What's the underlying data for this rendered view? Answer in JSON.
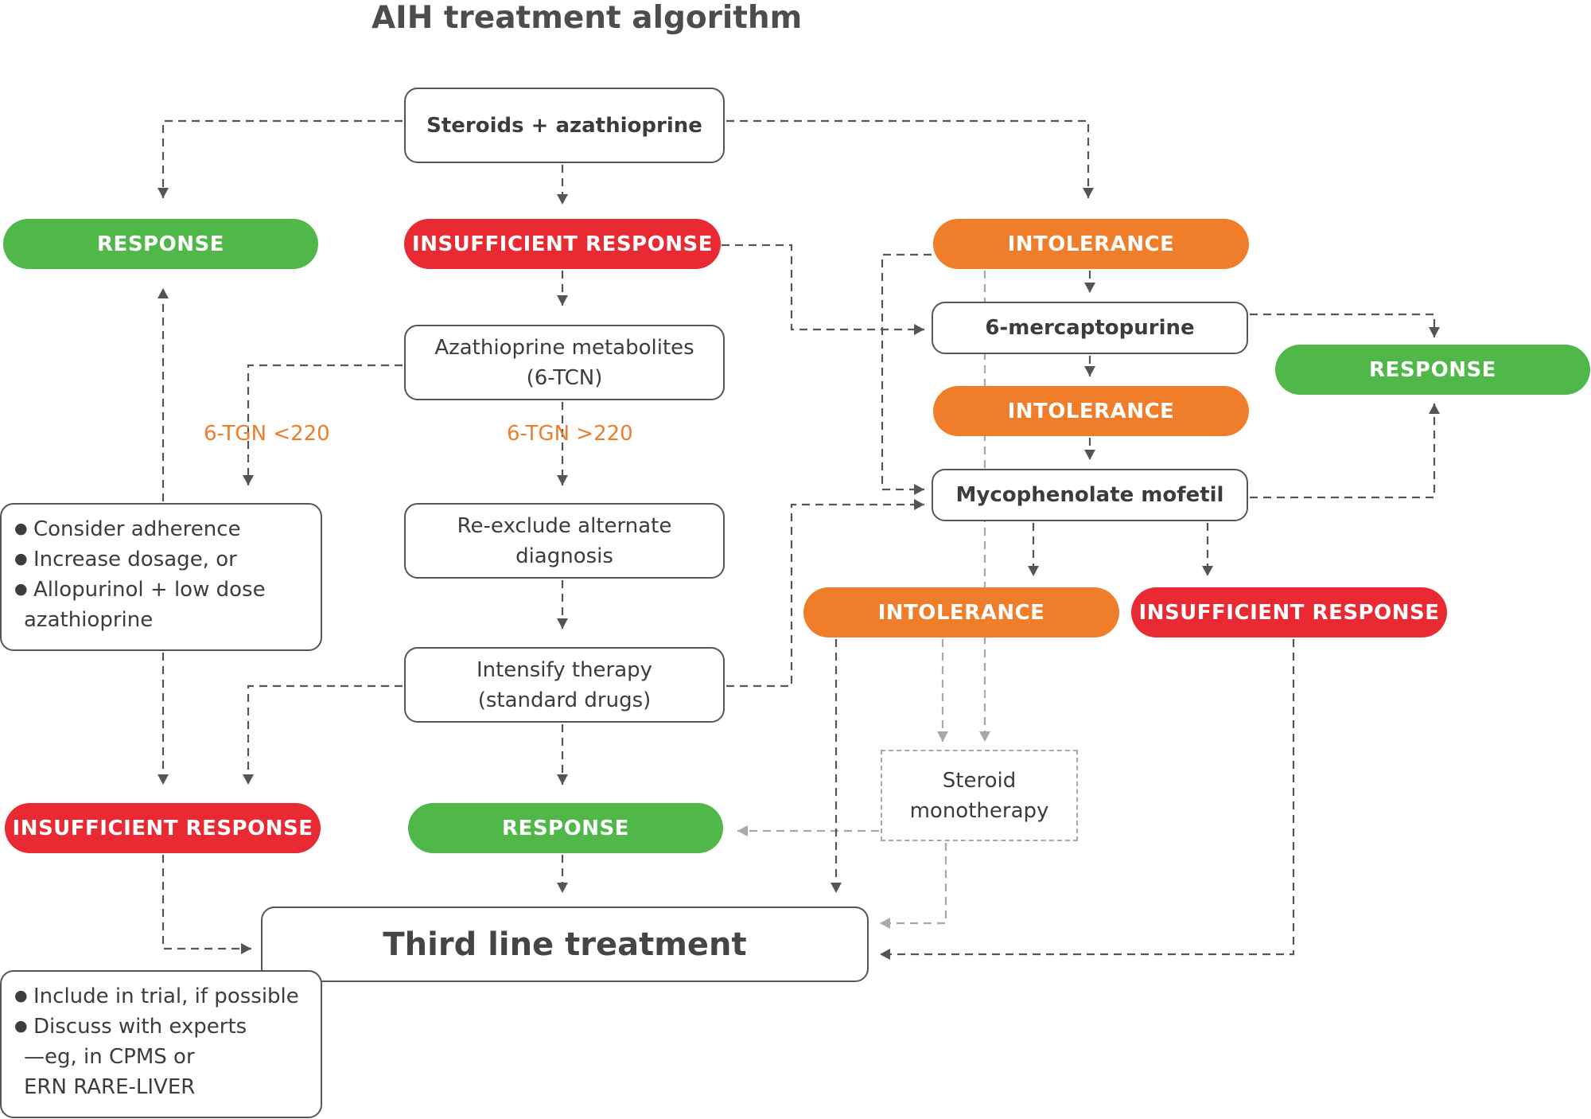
{
  "title": "AIH treatment algorithm",
  "colors": {
    "response": "#4fb848",
    "insufficient": "#e92a33",
    "intolerance": "#f07d2a",
    "tgn_label": "#f07d2a",
    "line_dark": "#555555",
    "line_grey": "#a8a8a8"
  },
  "nodes": {
    "steroids": "Steroids + azathioprine",
    "response_1": "RESPONSE",
    "insufficient_1": "INSUFFICIENT RESPONSE",
    "intolerance_1": "INTOLERANCE",
    "aza_metabolites": [
      "Azathioprine metabolites",
      "(6-TCN)"
    ],
    "tgn_low": "6-TGN <220",
    "tgn_high": "6-TGN >220",
    "consider": [
      "Consider adherence",
      "Increase dosage, or",
      "Allopurinol + low dose",
      "azathioprine"
    ],
    "reexclude": [
      "Re-exclude alternate",
      "diagnosis"
    ],
    "intensify": [
      "Intensify therapy",
      "(standard drugs)"
    ],
    "insufficient_2": "INSUFFICIENT RESPONSE",
    "response_2": "RESPONSE",
    "mercaptopurine": "6-mercaptopurine",
    "response_3": "RESPONSE",
    "intolerance_2": "INTOLERANCE",
    "mycophenolate": "Mycophenolate mofetil",
    "intolerance_3": "INTOLERANCE",
    "insufficient_3": "INSUFFICIENT RESPONSE",
    "steroid_mono": [
      "Steroid",
      "monotherapy"
    ],
    "third_line": "Third line treatment",
    "third_line_notes": [
      "Include in trial, if possible",
      "Discuss with experts",
      "—eg, in CPMS or",
      "ERN RARE-LIVER"
    ]
  }
}
